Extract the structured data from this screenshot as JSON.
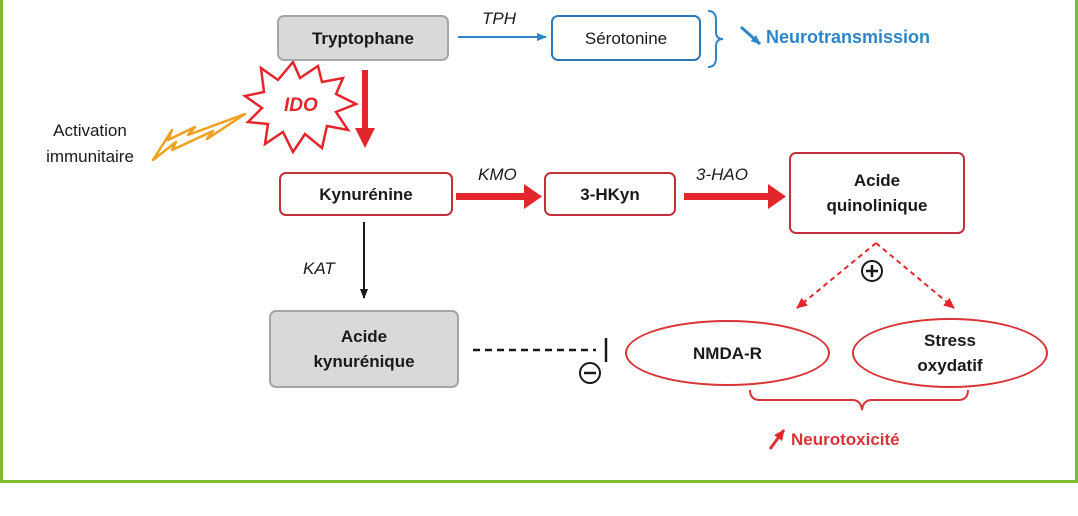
{
  "nodes": {
    "tryptophane": "Tryptophane",
    "serotonine": "Sérotonine",
    "kynurenine": "Kynurénine",
    "hkyn": "3-HKyn",
    "acide_quinolinique_1": "Acide",
    "acide_quinolinique_2": "quinolinique",
    "acide_kynurenique_1": "Acide",
    "acide_kynurenique_2": "kynurénique",
    "nmda": "NMDA-R",
    "stress_1": "Stress",
    "stress_2": "oxydatif"
  },
  "enzymes": {
    "tph": "TPH",
    "ido": "IDO",
    "kmo": "KMO",
    "hao": "3-HAO",
    "kat": "KAT"
  },
  "labels": {
    "activation_1": "Activation",
    "activation_2": "immunitaire",
    "neurotransmission": "Neurotransmission",
    "neurotoxicite": "Neurotoxicité"
  },
  "colors": {
    "frame": "#7dbb2f",
    "red": "#e3262b",
    "blue": "#2e86c8",
    "orange": "#f0a020",
    "gray_fill": "#d9d9d9"
  }
}
